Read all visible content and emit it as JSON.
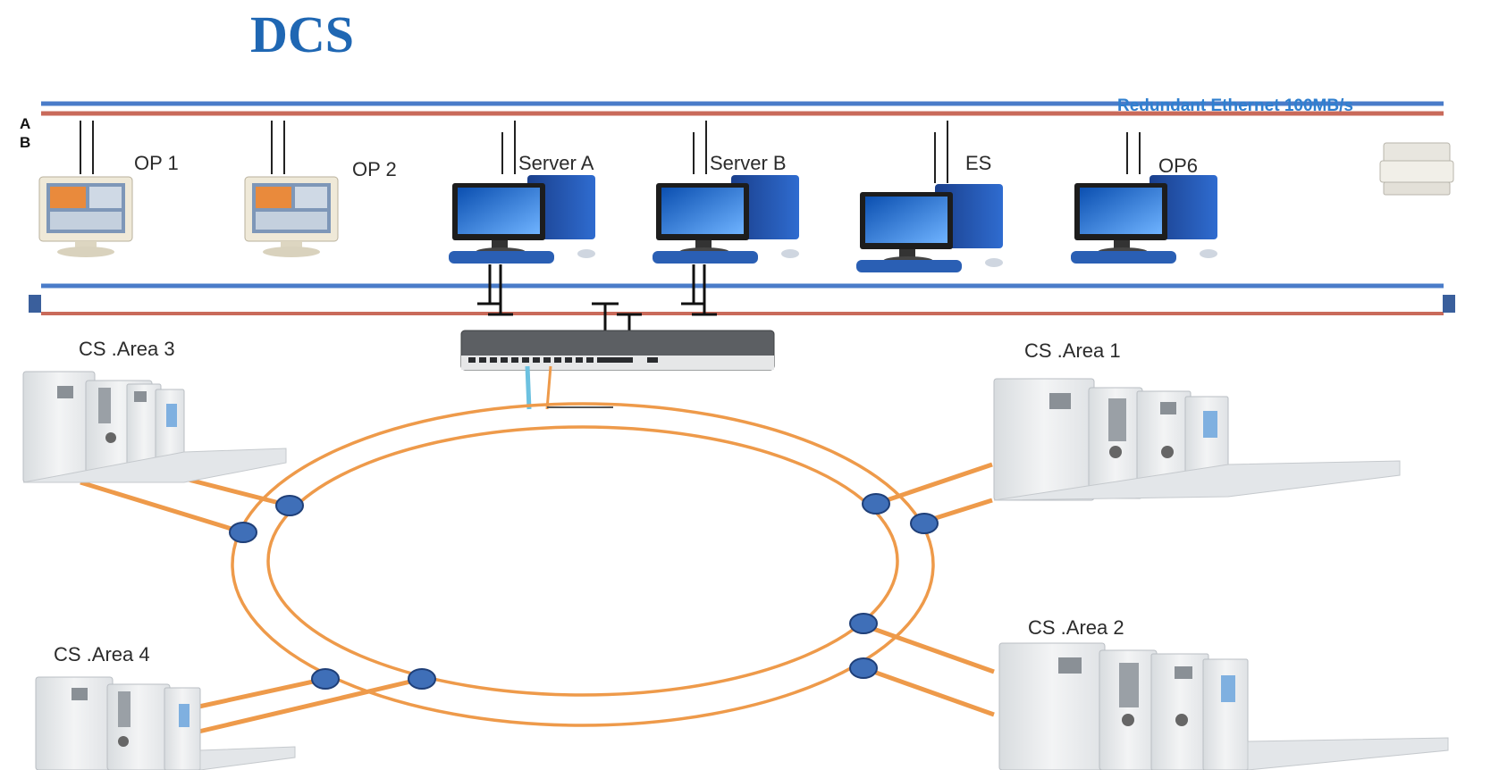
{
  "title": "DCS",
  "network_label": "Redundant Ethernet 100MB/s",
  "bus_labels": {
    "a": "A",
    "b": "B"
  },
  "stations": {
    "op1": "OP 1",
    "op2": "OP 2",
    "server_a": "Server A",
    "server_b": "Server B",
    "es": "ES",
    "op6": "OP6"
  },
  "controllers": {
    "area1": "CS .Area 1",
    "area2": "CS .Area 2",
    "area3": "CS .Area 3",
    "area4": "CS .Area 4"
  },
  "colors": {
    "bus_blue": "#4a7cc9",
    "bus_red": "#c96a5a",
    "ring": "#ee9a4a",
    "node": "#3f6fb8",
    "title": "#1f67b3"
  }
}
